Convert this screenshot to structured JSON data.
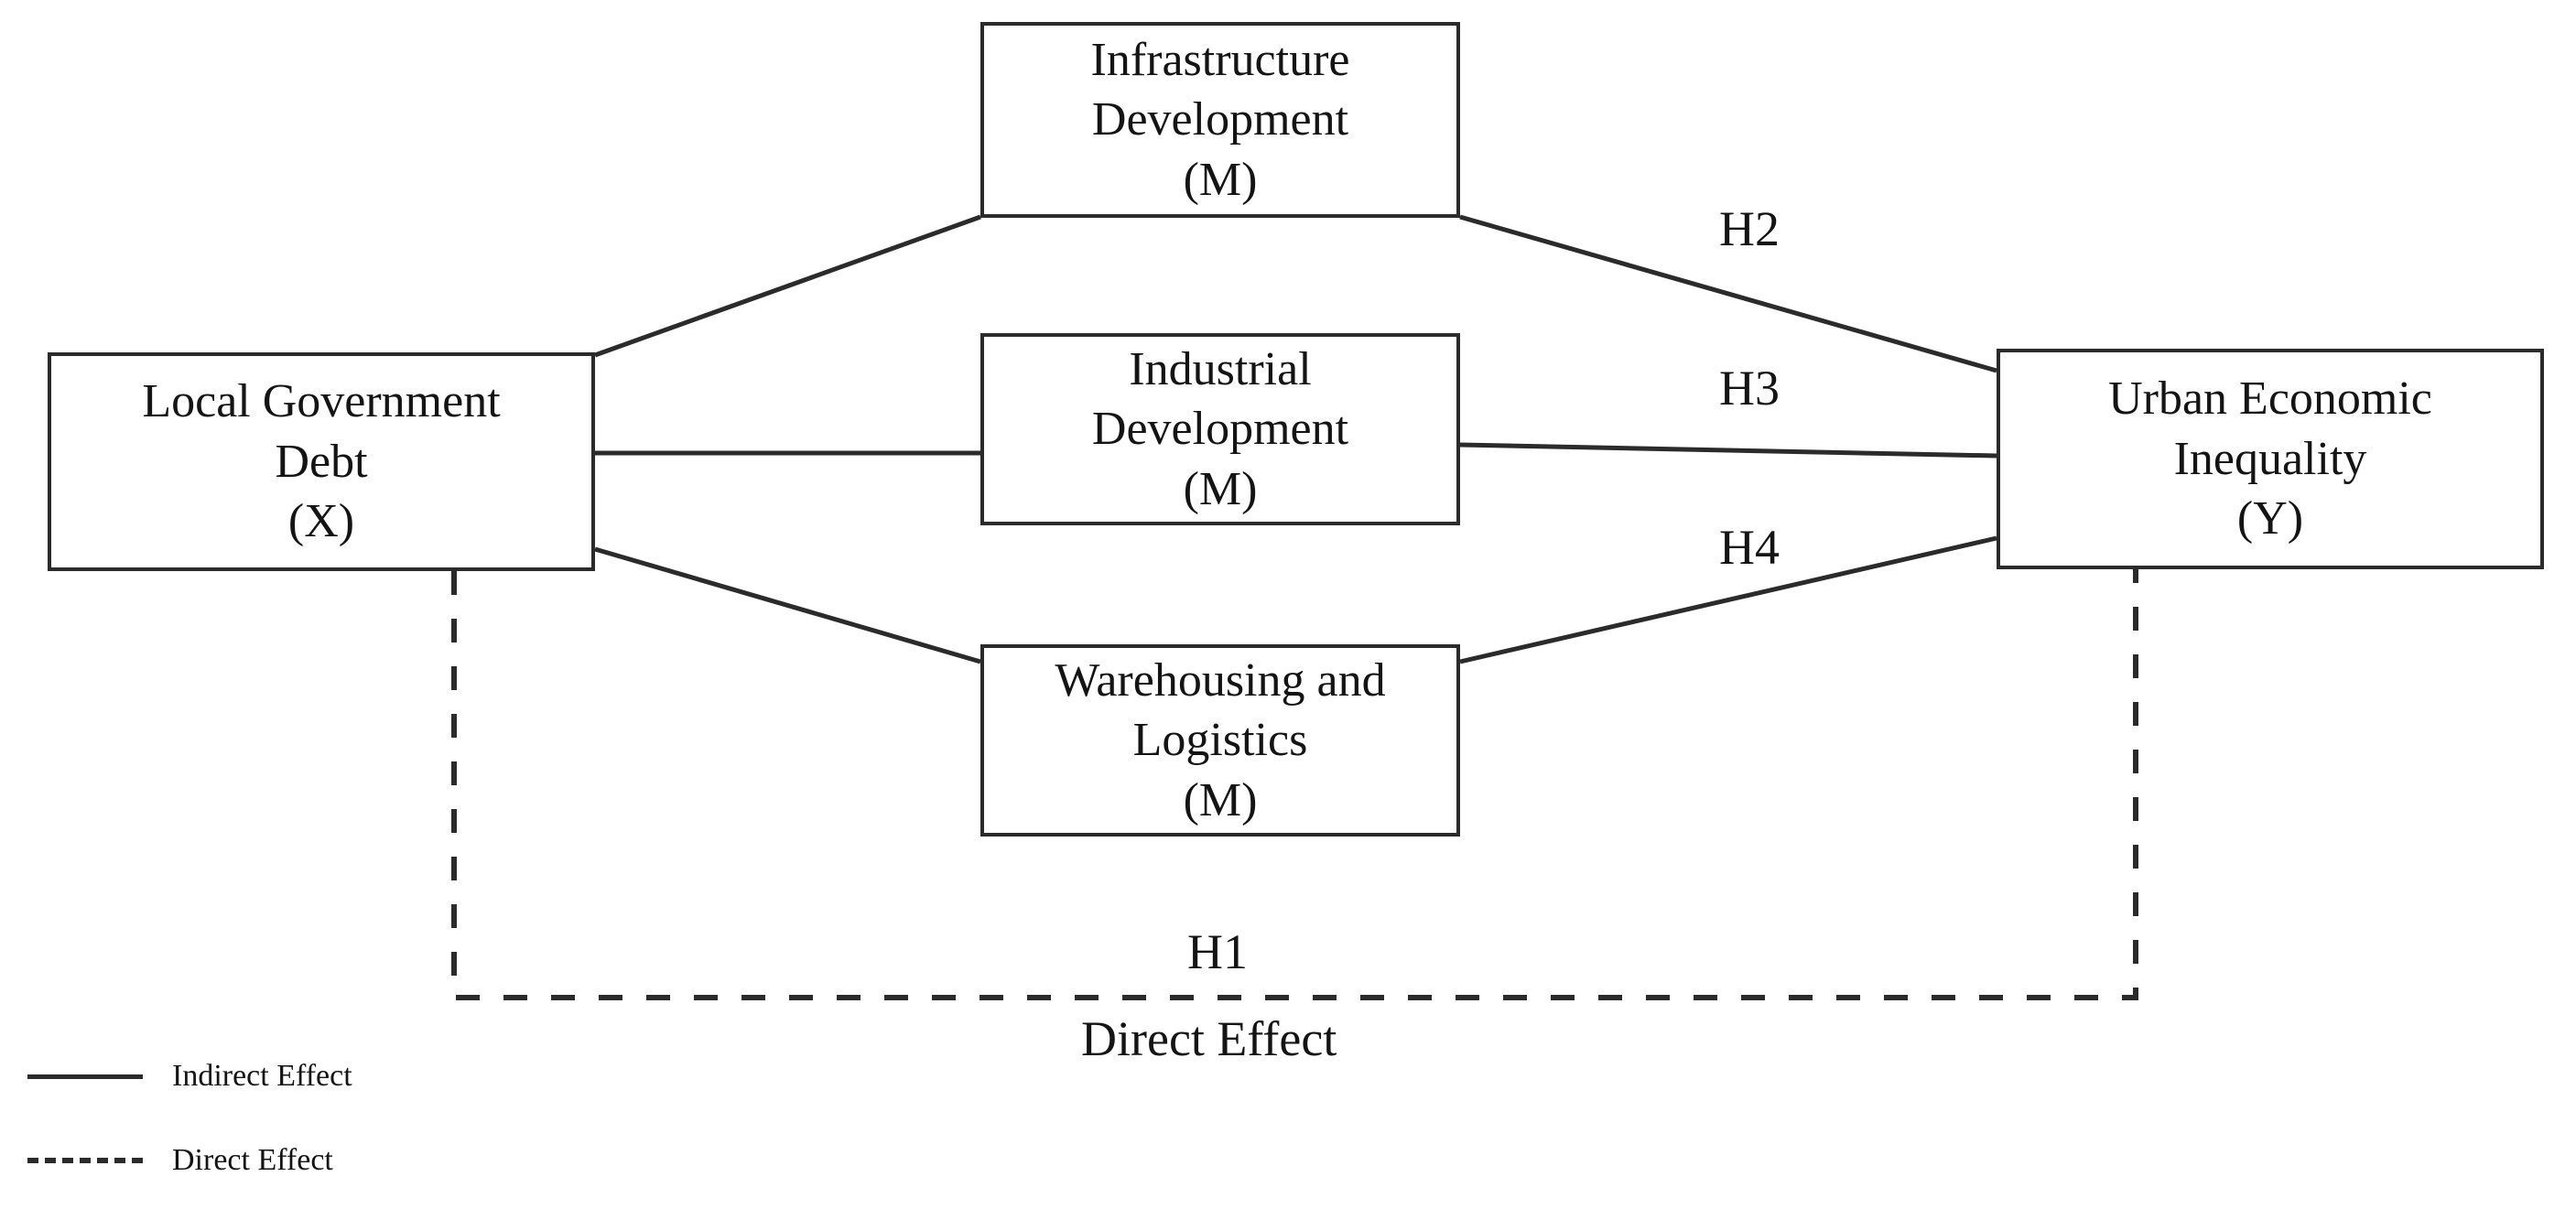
{
  "figure": {
    "type": "conceptual-model-diagram",
    "title": "Mediation model of local government debt and urban economic inequality",
    "line_color": "#2b2b2b",
    "text_color": "#141414",
    "background": "#ffffff"
  },
  "nodes": {
    "independent": {
      "id": "X",
      "lines": [
        "Local Government",
        "Debt",
        "(X)"
      ],
      "role": "independent-variable"
    },
    "mediator_1": {
      "id": "M1",
      "lines": [
        "Infrastructure",
        "Development",
        "(M)"
      ],
      "role": "mediator"
    },
    "mediator_2": {
      "id": "M2",
      "lines": [
        "Industrial",
        "Development",
        "(M)"
      ],
      "role": "mediator"
    },
    "mediator_3": {
      "id": "M3",
      "lines": [
        "Warehousing and",
        "Logistics",
        "(M)"
      ],
      "role": "mediator"
    },
    "dependent": {
      "id": "Y",
      "lines": [
        "Urban Economic",
        "Inequality",
        "(Y)"
      ],
      "role": "dependent-variable"
    }
  },
  "edge_labels": {
    "h1": "H1",
    "h2": "H2",
    "h3": "H3",
    "h4": "H4",
    "direct_effect": "Direct Effect"
  },
  "legend": {
    "items": [
      {
        "style": "solid",
        "label": "Indirect Effect"
      },
      {
        "style": "dashed",
        "label": "Direct Effect"
      }
    ]
  },
  "relations": [
    {
      "from": "X",
      "to": "M1",
      "style": "solid",
      "label": ""
    },
    {
      "from": "M1",
      "to": "Y",
      "style": "solid",
      "label": "H2"
    },
    {
      "from": "X",
      "to": "M2",
      "style": "solid",
      "label": ""
    },
    {
      "from": "M2",
      "to": "Y",
      "style": "solid",
      "label": "H3"
    },
    {
      "from": "X",
      "to": "M3",
      "style": "solid",
      "label": ""
    },
    {
      "from": "M3",
      "to": "Y",
      "style": "solid",
      "label": "H4"
    },
    {
      "from": "X",
      "to": "Y",
      "style": "dashed",
      "label": "H1"
    }
  ]
}
